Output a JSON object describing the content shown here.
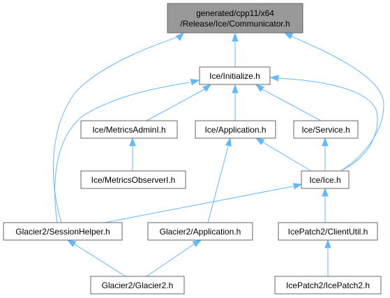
{
  "graph": {
    "colors": {
      "edge": "#63b8ff",
      "root_fill": "#999999",
      "node_fill": "#ffffff",
      "node_border": "#666666"
    },
    "nodes": [
      {
        "id": "communicator",
        "lines": [
          "generated/cpp11/x64",
          "/Release/Ice/Communicator.h"
        ],
        "root": true
      },
      {
        "id": "initialize",
        "lines": [
          "Ice/Initialize.h"
        ]
      },
      {
        "id": "metrics-admin",
        "lines": [
          "Ice/MetricsAdminI.h"
        ]
      },
      {
        "id": "application",
        "lines": [
          "Ice/Application.h"
        ]
      },
      {
        "id": "service",
        "lines": [
          "Ice/Service.h"
        ]
      },
      {
        "id": "metrics-observer",
        "lines": [
          "Ice/MetricsObserverI.h"
        ]
      },
      {
        "id": "ice",
        "lines": [
          "Ice/Ice.h"
        ]
      },
      {
        "id": "session-helper",
        "lines": [
          "Glacier2/SessionHelper.h"
        ]
      },
      {
        "id": "glacier2-application",
        "lines": [
          "Glacier2/Application.h"
        ]
      },
      {
        "id": "client-util",
        "lines": [
          "IcePatch2/ClientUtil.h"
        ]
      },
      {
        "id": "glacier2",
        "lines": [
          "Glacier2/Glacier2.h"
        ]
      },
      {
        "id": "icepatch2",
        "lines": [
          "IcePatch2/IcePatch2.h"
        ]
      }
    ],
    "edges": [
      {
        "from": "initialize",
        "to": "communicator"
      },
      {
        "from": "session-helper",
        "to": "communicator"
      },
      {
        "from": "ice",
        "to": "communicator"
      },
      {
        "from": "metrics-admin",
        "to": "initialize"
      },
      {
        "from": "application",
        "to": "initialize"
      },
      {
        "from": "service",
        "to": "initialize"
      },
      {
        "from": "ice",
        "to": "initialize"
      },
      {
        "from": "session-helper",
        "to": "initialize"
      },
      {
        "from": "metrics-observer",
        "to": "metrics-admin"
      },
      {
        "from": "ice",
        "to": "application"
      },
      {
        "from": "glacier2-application",
        "to": "application"
      },
      {
        "from": "ice",
        "to": "service"
      },
      {
        "from": "session-helper",
        "to": "ice"
      },
      {
        "from": "client-util",
        "to": "ice"
      },
      {
        "from": "glacier2",
        "to": "session-helper"
      },
      {
        "from": "glacier2",
        "to": "glacier2-application"
      },
      {
        "from": "icepatch2",
        "to": "client-util"
      }
    ]
  }
}
